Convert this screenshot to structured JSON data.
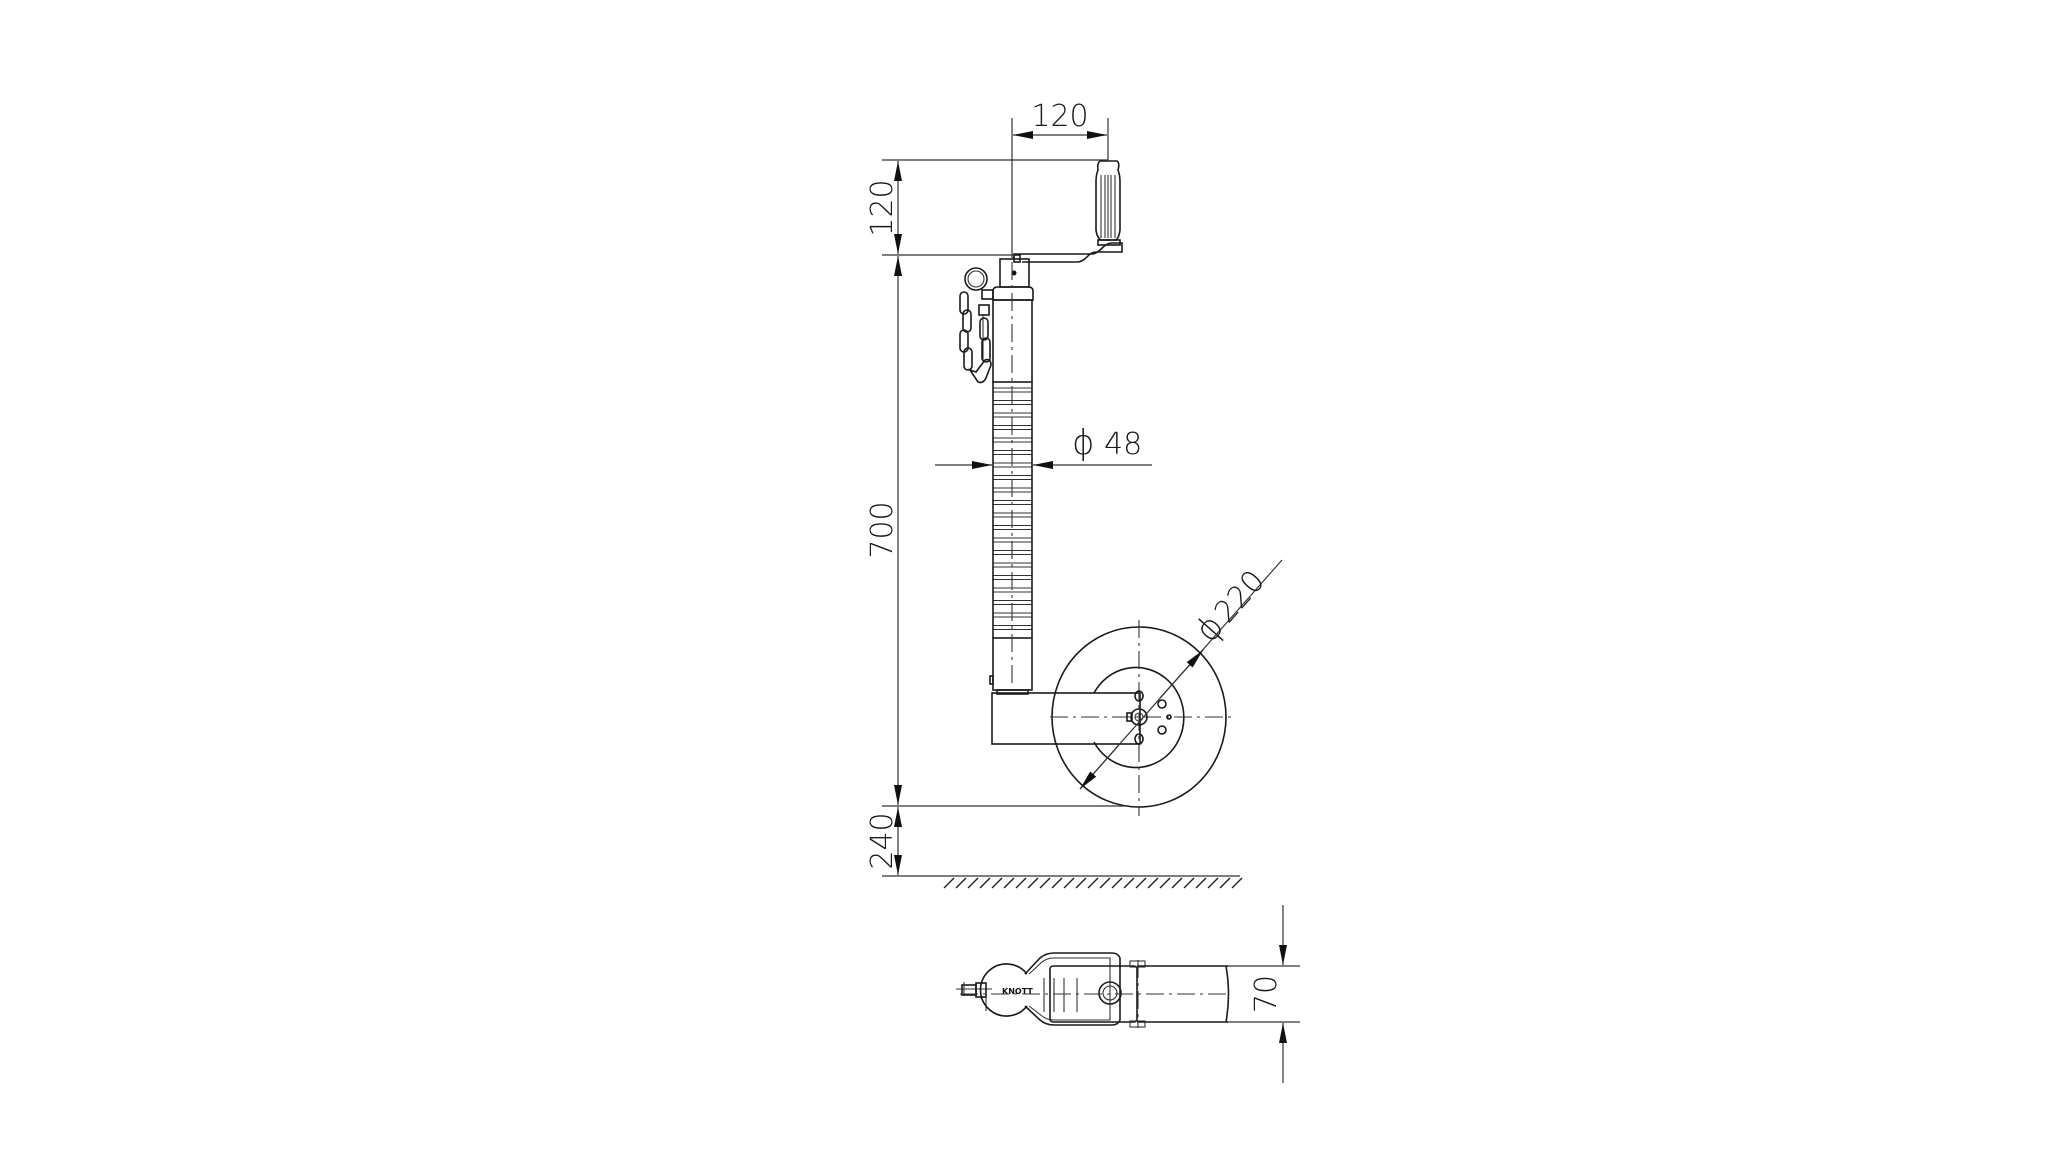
{
  "drawing": {
    "subject": "Jockey wheel technical drawing",
    "views": [
      "side-view",
      "top-view"
    ],
    "line_color": "#1a1a1a",
    "background": "#ffffff"
  },
  "dimensions": {
    "handle_offset": "120",
    "handle_height": "120",
    "tube_length": "700",
    "ground_clearance": "240",
    "tube_diameter": "48",
    "tube_diameter_symbol": "ϕ",
    "wheel_diameter": "220",
    "wheel_diameter_symbol": "ϕ",
    "wheel_width": "70"
  },
  "labels": {
    "brand_mark": "KNOTT"
  }
}
